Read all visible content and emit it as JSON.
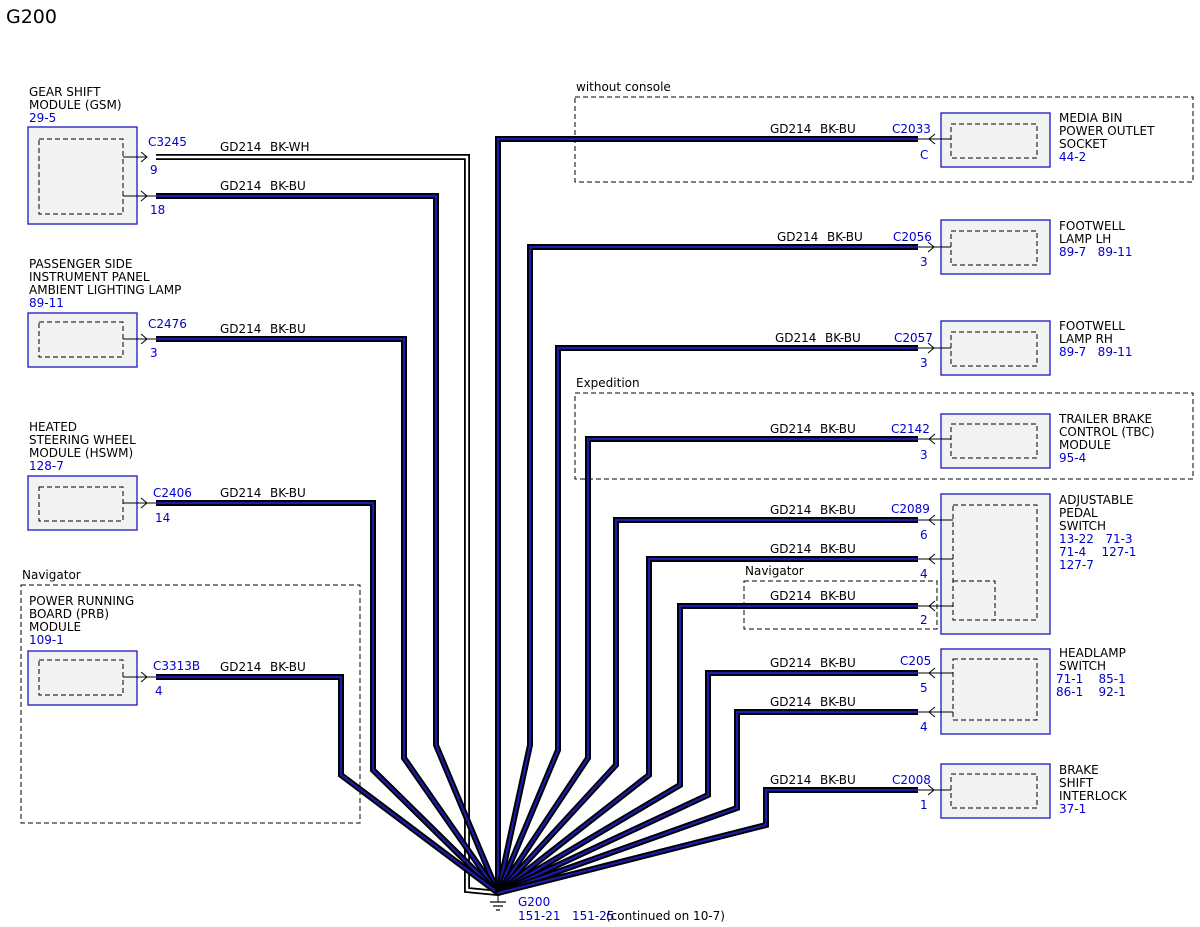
{
  "page_title": "G200",
  "groups": {
    "without_console": "without console",
    "expedition": "Expedition",
    "navigator_left": "Navigator",
    "navigator_right": "Navigator"
  },
  "wire": {
    "circuit": "GD214",
    "color_bu": "BK-BU",
    "color_wh": "BK-WH"
  },
  "left_components": [
    {
      "lines": [
        "GEAR SHIFT",
        "MODULE (GSM)"
      ],
      "refs": "29-5",
      "connector": "C3245",
      "pins": [
        "9",
        "18"
      ]
    },
    {
      "lines": [
        "PASSENGER SIDE",
        "INSTRUMENT PANEL",
        "AMBIENT LIGHTING LAMP"
      ],
      "refs": "89-11",
      "connector": "C2476",
      "pins": [
        "3"
      ]
    },
    {
      "lines": [
        "HEATED",
        "STEERING WHEEL",
        "MODULE (HSWM)"
      ],
      "refs": "128-7",
      "connector": "C2406",
      "pins": [
        "14"
      ]
    },
    {
      "lines": [
        "POWER RUNNING",
        "BOARD (PRB)",
        "MODULE"
      ],
      "refs": "109-1",
      "connector": "C3313B",
      "pins": [
        "4"
      ]
    }
  ],
  "right_components": [
    {
      "lines": [
        "MEDIA BIN",
        "POWER OUTLET",
        "SOCKET"
      ],
      "refs": [
        "44-2"
      ],
      "connector": "C2033",
      "pins": [
        "C"
      ]
    },
    {
      "lines": [
        "FOOTWELL",
        "LAMP LH"
      ],
      "refs": [
        "89-7   89-11"
      ],
      "connector": "C2056",
      "pins": [
        "3"
      ]
    },
    {
      "lines": [
        "FOOTWELL",
        "LAMP RH"
      ],
      "refs": [
        "89-7   89-11"
      ],
      "connector": "C2057",
      "pins": [
        "3"
      ]
    },
    {
      "lines": [
        "TRAILER BRAKE",
        "CONTROL (TBC)",
        "MODULE"
      ],
      "refs": [
        "95-4"
      ],
      "connector": "C2142",
      "pins": [
        "3"
      ]
    },
    {
      "lines": [
        "ADJUSTABLE",
        "PEDAL",
        "SWITCH"
      ],
      "refs": [
        "13-22   71-3",
        "71-4    127-1",
        "127-7"
      ],
      "connector": "C2089",
      "pins": [
        "6",
        "4",
        "2"
      ]
    },
    {
      "lines": [
        "HEADLAMP",
        "SWITCH"
      ],
      "refs": [
        "71-1    85-1",
        "86-1    92-1"
      ],
      "connector": "C205",
      "pins": [
        "5",
        "4"
      ]
    },
    {
      "lines": [
        "BRAKE",
        "SHIFT",
        "INTERLOCK"
      ],
      "refs": [
        "37-1"
      ],
      "connector": "C2008",
      "pins": [
        "1"
      ]
    }
  ],
  "ground": {
    "name": "G200",
    "refs": "151-21   151-25",
    "note": "(continued on 10-7)"
  }
}
